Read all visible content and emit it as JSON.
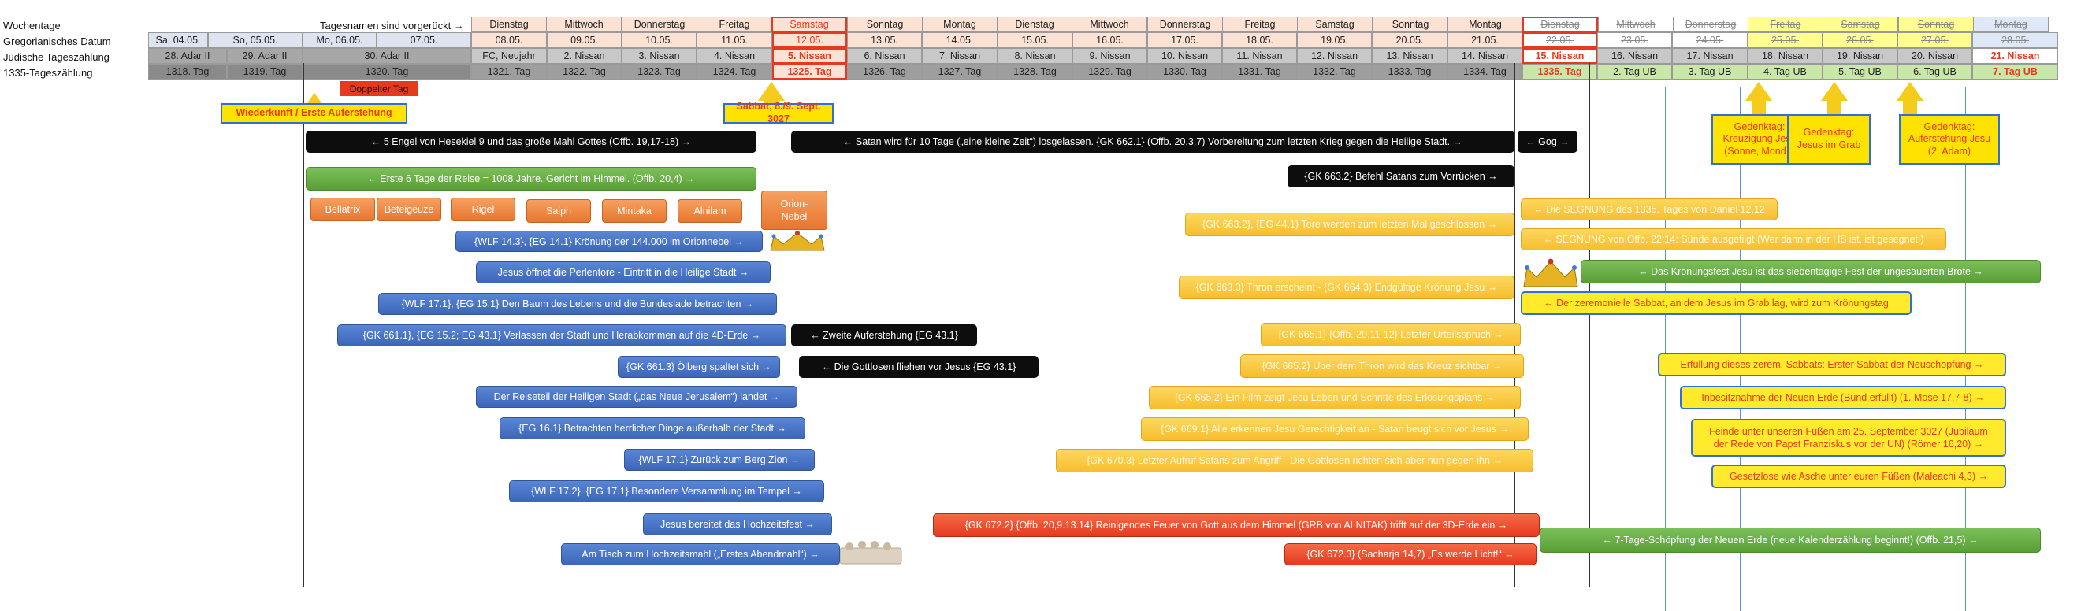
{
  "row_labels": {
    "weekdays": "Wochentage",
    "weekdays_note": "Tagesnamen sind vorgerückt →",
    "gregorian": "Gregorianisches Datum",
    "jewish": "Jüdische Tageszählung",
    "count1335": "1335-Tageszählung"
  },
  "weekdays": [
    "Dienstag",
    "Mittwoch",
    "Donnerstag",
    "Freitag",
    "Samstag",
    "Sonntag",
    "Montag",
    "Dienstag",
    "Mittwoch",
    "Donnerstag",
    "Freitag",
    "Samstag",
    "Sonntag",
    "Montag",
    "Dienstag",
    "Mittwoch",
    "Donnerstag",
    "Freitag",
    "Samstag",
    "Sonntag",
    "Montag"
  ],
  "gregorian": [
    "Sa, 04.05.",
    "So, 05.05.",
    "Mo, 06.05.",
    "07.05.",
    "08.05.",
    "09.05.",
    "10.05.",
    "11.05.",
    "12.05.",
    "13.05.",
    "14.05.",
    "15.05.",
    "16.05.",
    "17.05.",
    "18.05.",
    "19.05.",
    "20.05.",
    "21.05.",
    "22.05.",
    "23.05.",
    "24.05.",
    "25.05.",
    "26.05.",
    "27.05.",
    "28.05."
  ],
  "jewish": [
    "28. Adar II",
    "29. Adar II",
    "30. Adar II",
    "FC, Neujahr",
    "2. Nissan",
    "3. Nissan",
    "4. Nissan",
    "5. Nissan",
    "6. Nissan",
    "7. Nissan",
    "8. Nissan",
    "9. Nissan",
    "10. Nissan",
    "11. Nissan",
    "12. Nissan",
    "13. Nissan",
    "14. Nissan",
    "15. Nissan",
    "16. Nissan",
    "17. Nissan",
    "18. Nissan",
    "19. Nissan",
    "20. Nissan",
    "21. Nissan"
  ],
  "count1335": [
    "1318. Tag",
    "1319. Tag",
    "1320. Tag",
    "1321. Tag",
    "1322. Tag",
    "1323. Tag",
    "1324. Tag",
    "1325. Tag",
    "1326. Tag",
    "1327. Tag",
    "1328. Tag",
    "1329. Tag",
    "1330. Tag",
    "1331. Tag",
    "1332. Tag",
    "1333. Tag",
    "1334. Tag",
    "1335. Tag",
    "2. Tag UB",
    "3. Tag UB",
    "4. Tag UB",
    "5. Tag UB",
    "6. Tag UB",
    "7. Tag UB"
  ],
  "doppelter_tag": "Doppelter Tag",
  "callouts": {
    "wiederkunft": "Wiederkunft / Erste Auferstehung",
    "sabbat": "Sabbat, 8./9. Sept. 3027",
    "gedenk1": "Gedenktag:\nKreuzigung Jesu\n(Sonne, Mond..)",
    "gedenk2": "Gedenktag:\nJesus im Grab",
    "gedenk3": "Gedenktag:\nAuferstehung Jesu\n(2. Adam)"
  },
  "stars": [
    "Bellatrix",
    "Beteigeuze",
    "Rigel",
    "Saiph",
    "Mintaka",
    "Alnilam"
  ],
  "orion": "Orion-\nNebel",
  "bars": {
    "b_engel": "← 5 Engel von Hesekiel 9 und das große Mahl Gottes (Offb. 19,17-18) →",
    "b_satan": "← Satan wird für 10 Tage („eine kleine Zeit“) losgelassen. {GK 662.1} (Offb. 20,3.7) Vorbereitung zum letzten Krieg gegen die Heilige Stadt. →",
    "b_gog": "← Gog →",
    "b_reise": "← Erste 6 Tage der Reise = 1008  Jahre. Gericht im Himmel. (Offb. 20,4) →",
    "b_befehl": "{GK 663.2} Befehl Satans zum Vorrücken →",
    "b_wlf143": "{WLF 14.3}, {EG 14.1} Krönung der 144.000  im Orionnebel →",
    "b_perlentore": "Jesus öffnet die Perlentore - Eintritt in die Heilige Stadt →",
    "b_wlf171": "{WLF 17.1}, {EG 15.1} Den Baum des Lebens und die Bundeslade betrachten →",
    "b_gk6611": "{GK 661.1}, {EG 15.2; EG 43.1} Verlassen der Stadt und Herabkommen auf die 4D-Erde →",
    "b_zweite": "← Zweite Auferstehung {EG 43.1}",
    "b_oelberg": "{GK 661.3} Ölberg spaltet sich →",
    "b_gottlosen": "← Die Gottlosen fliehen vor Jesus {EG 43.1}",
    "b_reiseteil": "Der Reiseteil der Heiligen Stadt („das Neue Jerusalem“) landet →",
    "b_eg161": "{EG 16.1} Betrachten herrlicher Dinge außerhalb der Stadt →",
    "b_wlf171b": "{WLF 17.1} Zurück zum Berg Zion →",
    "b_wlf172": "{WLF 17.2}, {EG 17.1} Besondere Versammlung im Tempel →",
    "b_hochzeitsfest": "Jesus bereitet das Hochzeitsfest →",
    "b_abendmahl": "Am Tisch zum Hochzeitsmahl („Erstes Abendmahl“) →",
    "b_gk6632": "{GK 663.2}, {EG 44.1} Tore werden zum letzten Mal geschlossen →",
    "b_gk6633": "{GK 663.3} Thron erscheint - {GK 664.3} Endgültige Krönung Jesu →",
    "b_gk6651": "{GK 665.1} {Offb. 20,11-12} Letzter Urteilsspruch →",
    "b_gk6652a": "{GK 665.2} Über dem Thron wird das Kreuz sichtbar →",
    "b_gk6652b": "{GK 665.2} Ein Film zeigt Jesu Leben und Schritte des Erlösungsplans →",
    "b_gk6691": "{GK 669.1} Alle erkennen Jesu Gerechtigkeit an - Satan beugt sich vor Jesus →",
    "b_gk6703": "{GK 670.3} Letzter Aufruf Satans zum Angriff - Die Gottlosen richten sich aber nun gegen ihn →",
    "b_gk6722": "{GK 672.2} {Offb. 20,9.13.14} Reinigendes Feuer von Gott aus dem Himmel (GRB von ALNITAK) trifft auf der 3D-Erde ein →",
    "b_gk6723": "{GK 672.3} (Sacharja 14,7) „Es werde Licht!“ →",
    "b_segnung1335": "← Die SEGNUNG des 1335. Tages von Daniel 12,12",
    "b_segnungoffb": "← SEGNUNG von Offb. 22:14: Sünde ausgetilgt (Wer dann in der HS ist, ist gesegnet!)",
    "b_kroenungsfest": "← Das Krönungsfest Jesu ist das siebentägige Fest der ungesäuerten Brote →",
    "b_zeremoniell": "← Der zeremonielle Sabbat, an dem Jesus im Grab lag, wird zum Krönungstag",
    "b_erfuellung": "Erfüllung dieses zerem. Sabbats: Erster Sabbat der Neuschöpfung →",
    "b_inbesitznahme": "Inbesitznahme der Neuen Erde (Bund erfüllt) (1. Mose 17,7-8) →",
    "b_feinde": "Feinde unter unseren Füßen am 25. September 3027 (Jubiläum\nder Rede von Papst Franziskus vor der UN) (Römer 16,20) →",
    "b_gesetzlose": "Gesetzlose wie Asche unter euren Füßen (Maleachi 4,3) →",
    "b_schoepfung": "← 7-Tage-Schöpfung der Neuen Erde (neue Kalenderzählung beginnt!) (Offb. 21,5) →"
  },
  "colors": {
    "red": "#e53a1f",
    "yellow": "#ffe300",
    "green": "#c9e7a8",
    "blue": "#2f6fd8"
  }
}
